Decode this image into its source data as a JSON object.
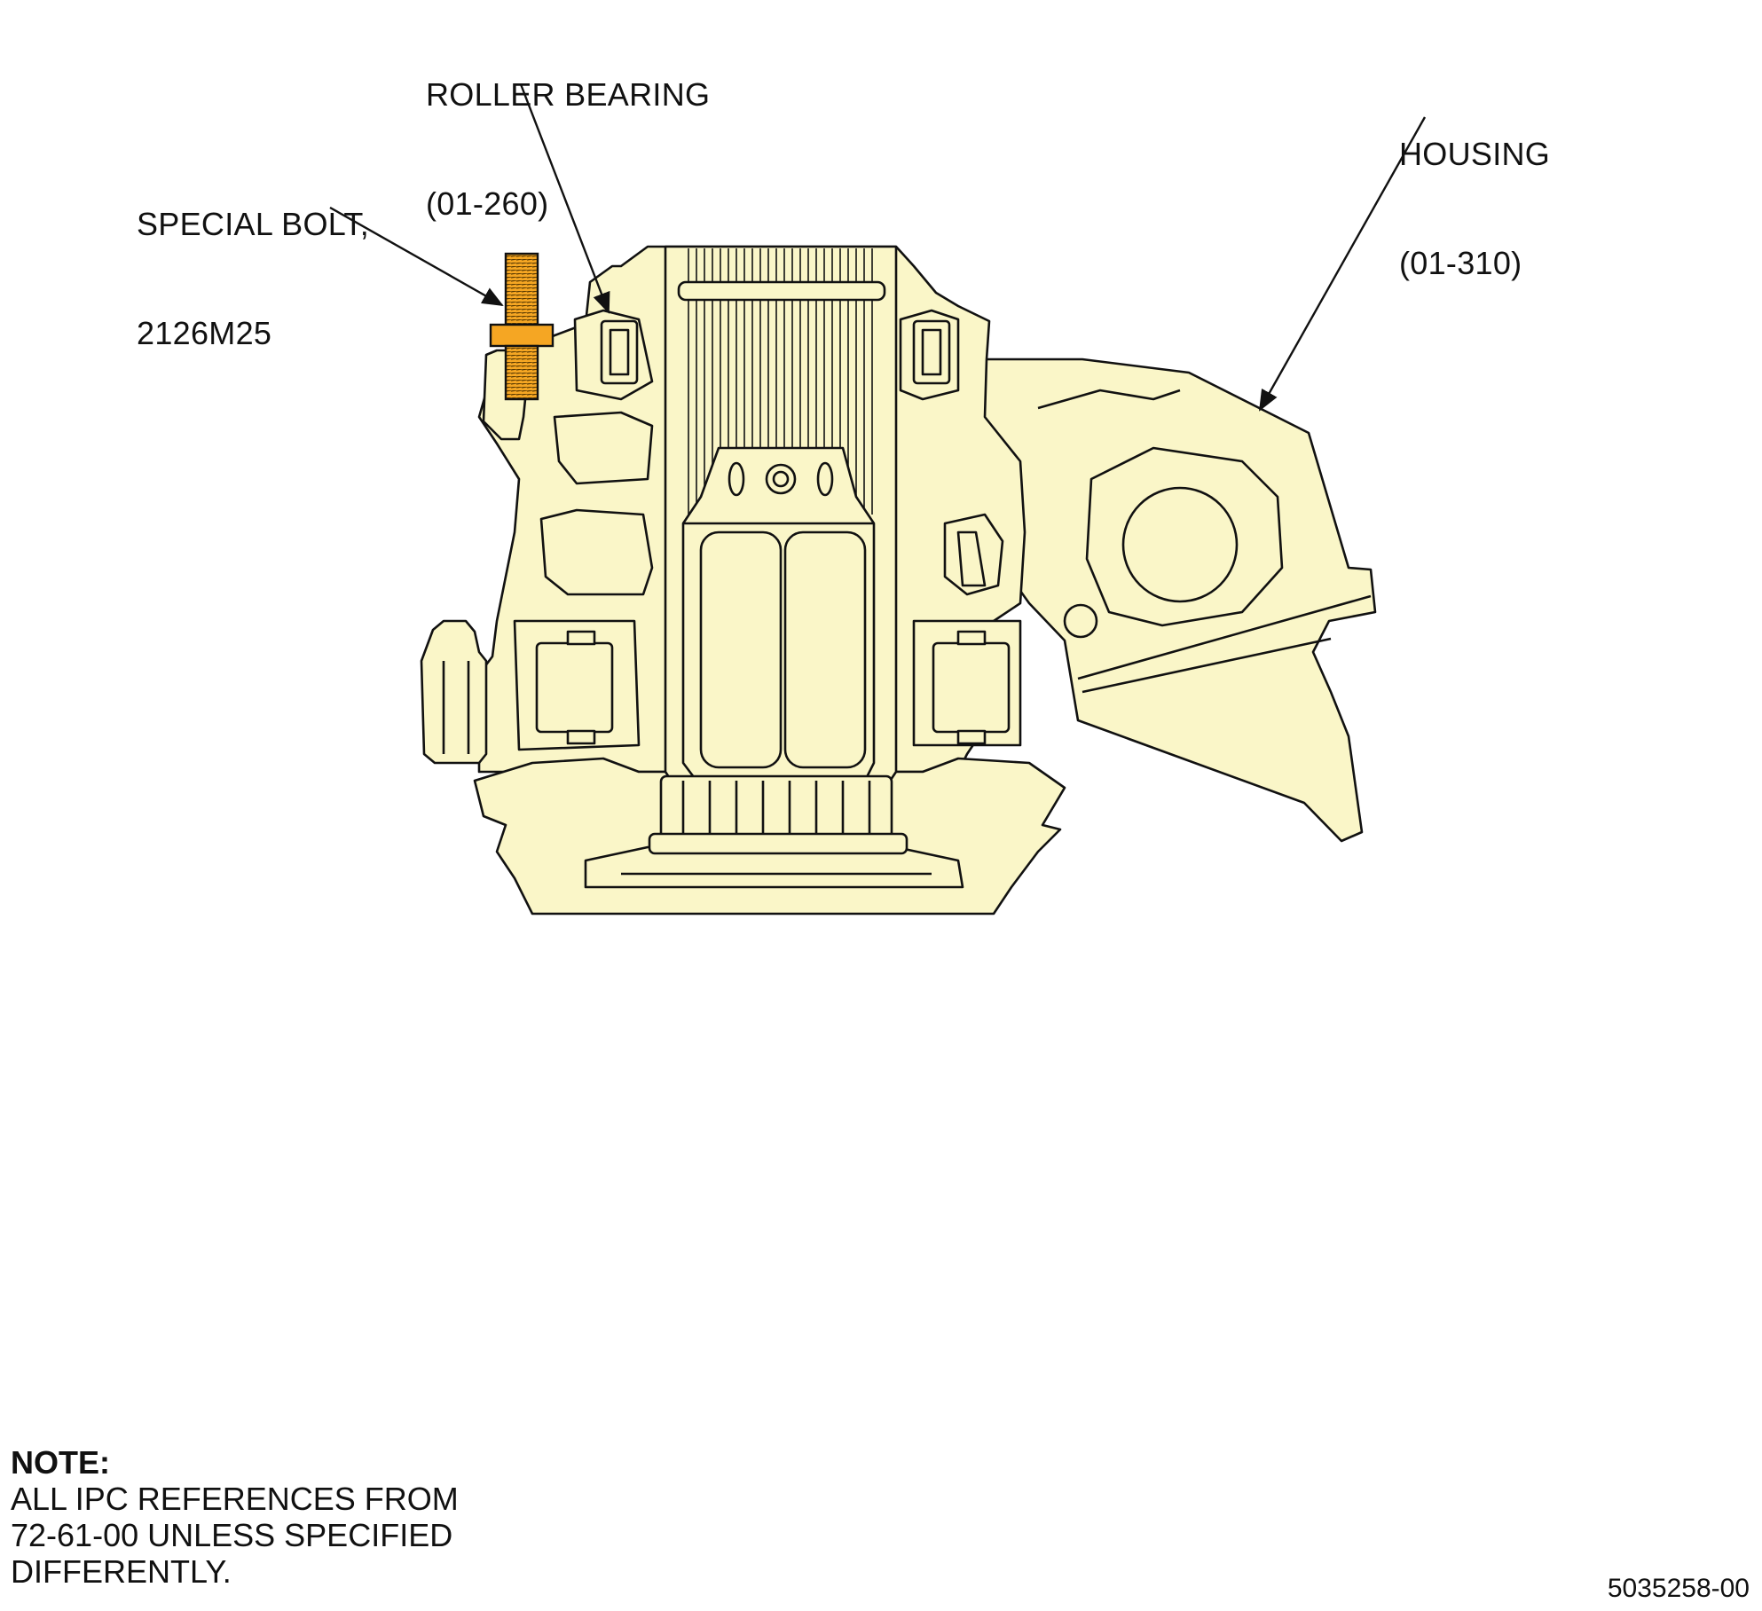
{
  "callouts": {
    "special_bolt": {
      "line1": "SPECIAL BOLT,",
      "line2": "2126M25"
    },
    "roller_bearing": {
      "line1": "ROLLER BEARING",
      "line2": "(01-260)"
    },
    "housing": {
      "line1": "HOUSING",
      "line2": "(01-310)"
    }
  },
  "note": {
    "title": "NOTE:",
    "lines": [
      "ALL IPC REFERENCES FROM",
      "72-61-00 UNLESS SPECIFIED",
      "DIFFERENTLY."
    ]
  },
  "figure_number": "5035258-00",
  "colors": {
    "part_fill": "#FAF6C8",
    "highlight": "#F5A623",
    "line": "#111111"
  }
}
